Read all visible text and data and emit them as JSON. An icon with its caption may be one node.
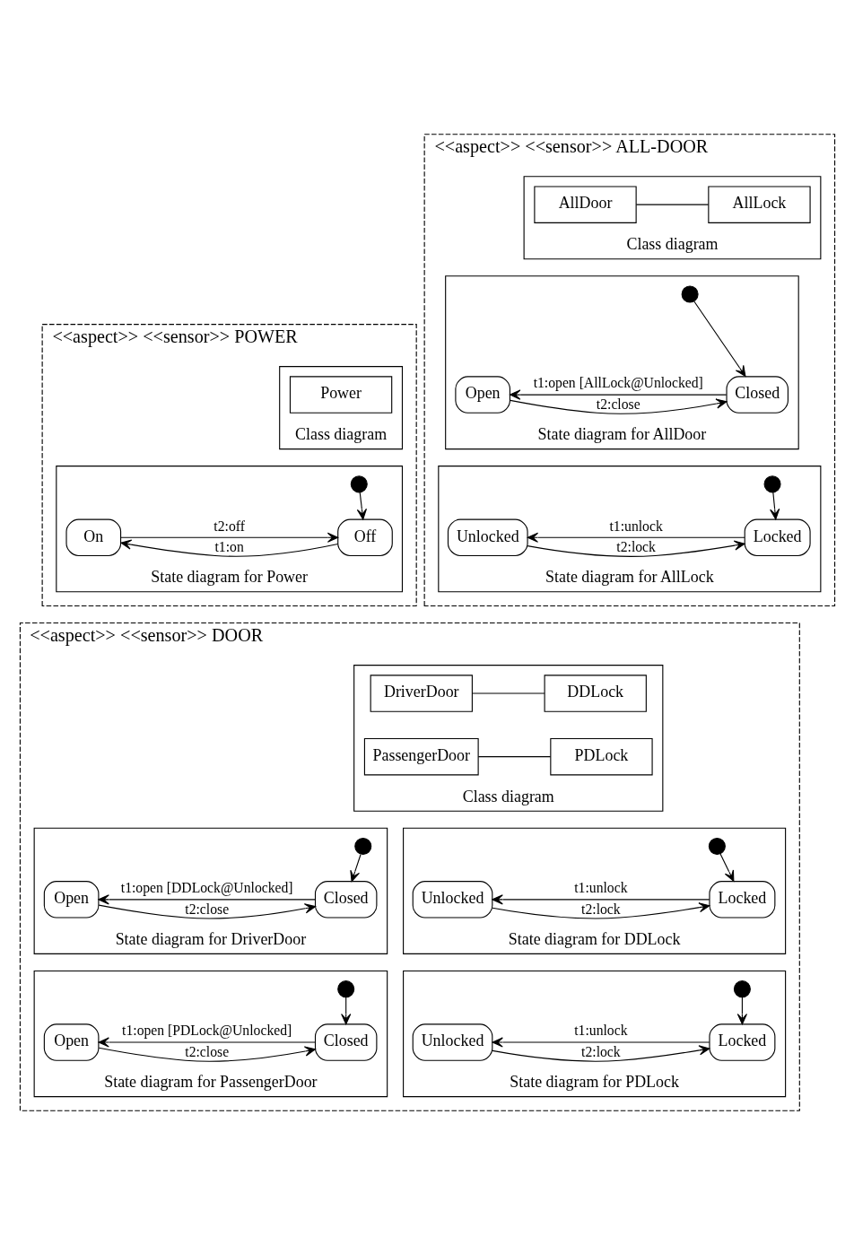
{
  "diagram": {
    "nodes": [
      {
        "text": [
          "<<aspect>> <<sensor>> POWER"
        ]
      },
      {
        "text": [
          "Class diagram"
        ],
        "in": 0
      },
      {
        "text": [
          "Power"
        ],
        "in": 1
      },
      {
        "text": [
          "State diagram for Power"
        ],
        "in": 0
      },
      {
        "text": [],
        "shape": "circle",
        "in": 3
      },
      {
        "text": [
          "Off"
        ],
        "in": 3
      },
      {
        "text": [
          "On"
        ],
        "in": 3
      },
      {
        "text": [
          "<<aspect>> <<sensor>> ALL-DOOR"
        ]
      },
      {
        "text": [
          "Class diagram"
        ],
        "in": 7
      },
      {
        "text": [
          "AllDoor"
        ],
        "in": 8
      },
      {
        "text": [
          "AllLock"
        ],
        "in": 8
      },
      {
        "text": [
          "State diagram for AllDoor"
        ],
        "in": 7
      },
      {
        "text": [],
        "shape": "circle",
        "in": 11
      },
      {
        "text": [
          "Closed"
        ],
        "in": 11
      },
      {
        "text": [
          "Open"
        ],
        "in": 11
      },
      {
        "text": [
          "State diagram for AllLock"
        ],
        "in": 7
      },
      {
        "text": [],
        "shape": "circle",
        "in": 15
      },
      {
        "text": [
          "Locked"
        ],
        "in": 15
      },
      {
        "text": [
          "Unlocked"
        ],
        "in": 15
      },
      {
        "text": [
          "<<aspect>> <<sensor>> DOOR"
        ]
      },
      {
        "text": [
          "Class diagram"
        ],
        "in": 19
      },
      {
        "text": [
          "DriverDoor"
        ],
        "in": 20
      },
      {
        "text": [
          "DDLock"
        ],
        "in": 20
      },
      {
        "text": [
          "PassengerDoor"
        ],
        "in": 20
      },
      {
        "text": [
          "PDLock"
        ],
        "in": 20
      },
      {
        "text": [
          "State diagram for DriverDoor"
        ],
        "in": 19
      },
      {
        "text": [],
        "shape": "circle",
        "in": 25
      },
      {
        "text": [
          "Closed"
        ],
        "in": 25
      },
      {
        "text": [
          "Open"
        ],
        "in": 25
      },
      {
        "text": [
          "State diagram for DDLock"
        ],
        "in": 19
      },
      {
        "text": [],
        "shape": "circle",
        "in": 29
      },
      {
        "text": [
          "Locked"
        ],
        "in": 29
      },
      {
        "text": [
          "Unlocked"
        ],
        "in": 29
      },
      {
        "text": [
          "State diagram for PassengerDoor"
        ],
        "in": 19
      },
      {
        "text": [],
        "shape": "circle",
        "in": 33
      },
      {
        "text": [
          "Closed"
        ],
        "in": 33
      },
      {
        "text": [
          "Open"
        ],
        "in": 33
      },
      {
        "text": [
          "State diagram for PDLock"
        ],
        "in": 19
      },
      {
        "text": [],
        "shape": "circle",
        "in": 37
      },
      {
        "text": [
          "Locked"
        ],
        "in": 37
      },
      {
        "text": [
          "Unlocked"
        ],
        "in": 37
      }
    ],
    "edges": [
      {
        "from": 4,
        "to": 5,
        "arrow": "to"
      },
      {
        "from": 5,
        "to": 6,
        "label": "t1:on",
        "arrow": "to"
      },
      {
        "from": 6,
        "to": 5,
        "label": "t2:off",
        "arrow": "to"
      },
      {
        "from": 9,
        "to": 10,
        "arrow": "none"
      },
      {
        "from": 12,
        "to": 13,
        "arrow": "to"
      },
      {
        "from": 13,
        "to": 14,
        "label": "t1:open [AllLock@Unlocked]",
        "arrow": "to"
      },
      {
        "from": 14,
        "to": 13,
        "label": "t2:close",
        "arrow": "to"
      },
      {
        "from": 16,
        "to": 17,
        "arrow": "to"
      },
      {
        "from": 17,
        "to": 18,
        "label": "t1:unlock",
        "arrow": "to"
      },
      {
        "from": 18,
        "to": 17,
        "label": "t2:lock",
        "arrow": "to"
      },
      {
        "from": 21,
        "to": 22,
        "arrow": "none"
      },
      {
        "from": 23,
        "to": 24,
        "arrow": "none"
      },
      {
        "from": 26,
        "to": 27,
        "arrow": "to"
      },
      {
        "from": 27,
        "to": 28,
        "label": "t1:open [DDLock@Unlocked]",
        "arrow": "to"
      },
      {
        "from": 28,
        "to": 27,
        "label": "t2:close",
        "arrow": "to"
      },
      {
        "from": 30,
        "to": 31,
        "arrow": "to"
      },
      {
        "from": 31,
        "to": 32,
        "label": "t1:unlock",
        "arrow": "to"
      },
      {
        "from": 32,
        "to": 31,
        "label": "t2:lock",
        "arrow": "to"
      },
      {
        "from": 34,
        "to": 35,
        "arrow": "to"
      },
      {
        "from": 35,
        "to": 36,
        "label": "t1:open [PDLock@Unlocked]",
        "arrow": "to"
      },
      {
        "from": 36,
        "to": 35,
        "label": "t2:close",
        "arrow": "to"
      },
      {
        "from": 38,
        "to": 39,
        "arrow": "to"
      },
      {
        "from": 39,
        "to": 40,
        "label": "t1:unlock",
        "arrow": "to"
      },
      {
        "from": 40,
        "to": 39,
        "label": "t2:lock",
        "arrow": "to"
      }
    ]
  }
}
